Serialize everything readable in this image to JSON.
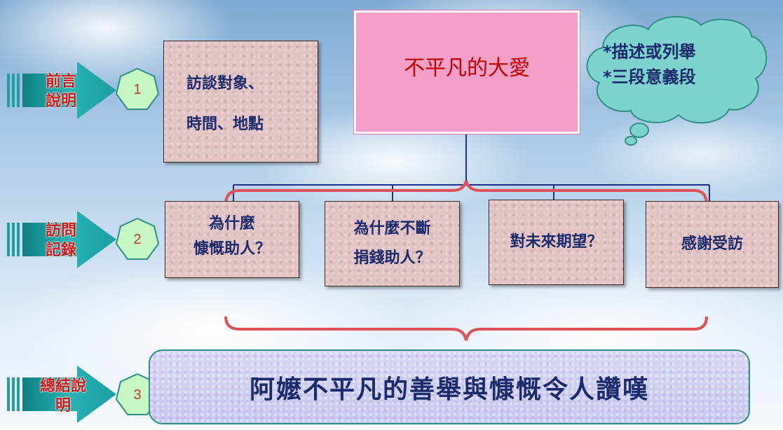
{
  "sections": {
    "intro_label_line1": "前言",
    "intro_label_line2": "說明",
    "interview_label_line1": "訪問",
    "interview_label_line2": "記錄",
    "summary_label_line1": "總結說",
    "summary_label_line2": "明"
  },
  "numbers": {
    "one": "1",
    "two": "2",
    "three": "3"
  },
  "title": "不平凡的大愛",
  "intro_box": {
    "line1": "訪談對象、",
    "line2": "時間、地點"
  },
  "cloud": {
    "line1": "*描述或列舉",
    "line2": "*三段意義段"
  },
  "questions": {
    "q1_line1": "為什麼",
    "q1_line2": "慷慨助人？",
    "q2_line1": "為什麼不斷",
    "q2_line2": "捐錢助人？",
    "q3": "對未來期望？",
    "q4": "感謝受訪"
  },
  "summary": "阿嬤不平凡的善舉與慷慨令人讚嘆",
  "colors": {
    "label_red": "#cc1a1a",
    "arrow_teal": "#1fa3a6",
    "heptagon_green": "#c8f7c6",
    "box_pink": "#e4c3c5",
    "title_pink": "#f59ec8",
    "cloud_teal": "#7fd3cf",
    "text_navy": "#1b2a6b",
    "brace_red": "#e0525a",
    "connector_blue": "#1f2f8a"
  }
}
